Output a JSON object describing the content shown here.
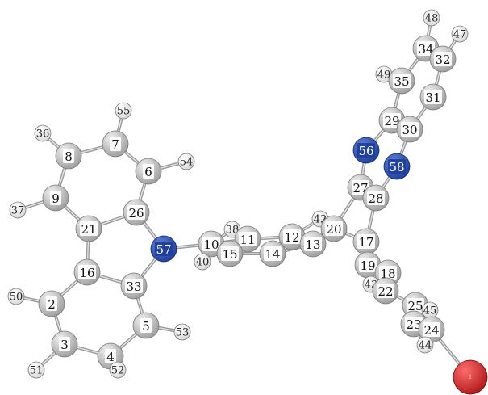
{
  "colors": {
    "carbon": "#9c9c9c",
    "carbon_hi": "#f2f2f2",
    "hydrogen": "#d8d8d8",
    "hydrogen_hi": "#ffffff",
    "nitrogen": "#1f3f9c",
    "nitrogen_hi": "#5c7fd6",
    "bromine": "#b01818",
    "bromine_hi": "#ff6b6b"
  },
  "atoms": [
    {
      "id": "55",
      "label": "55",
      "el": "H"
    },
    {
      "id": "36",
      "label": "36",
      "el": "H"
    },
    {
      "id": "7",
      "label": "7",
      "el": "C"
    },
    {
      "id": "8",
      "label": "8",
      "el": "C"
    },
    {
      "id": "6",
      "label": "6",
      "el": "C"
    },
    {
      "id": "54",
      "label": "54",
      "el": "H"
    },
    {
      "id": "9",
      "label": "9",
      "el": "C"
    },
    {
      "id": "37",
      "label": "37",
      "el": "H"
    },
    {
      "id": "26",
      "label": "26",
      "el": "C"
    },
    {
      "id": "21",
      "label": "21",
      "el": "C"
    },
    {
      "id": "57",
      "label": "57",
      "el": "N"
    },
    {
      "id": "16",
      "label": "16",
      "el": "C"
    },
    {
      "id": "33",
      "label": "33",
      "el": "C"
    },
    {
      "id": "50",
      "label": "50",
      "el": "H"
    },
    {
      "id": "2",
      "label": "2",
      "el": "C"
    },
    {
      "id": "5",
      "label": "5",
      "el": "C"
    },
    {
      "id": "53",
      "label": "53",
      "el": "H"
    },
    {
      "id": "3",
      "label": "3",
      "el": "C"
    },
    {
      "id": "4",
      "label": "4",
      "el": "C"
    },
    {
      "id": "51",
      "label": "51",
      "el": "H"
    },
    {
      "id": "52",
      "label": "52",
      "el": "H"
    },
    {
      "id": "38",
      "label": "38",
      "el": "H"
    },
    {
      "id": "10",
      "label": "10",
      "el": "C"
    },
    {
      "id": "40",
      "label": "40",
      "el": "H"
    },
    {
      "id": "11",
      "label": "11",
      "el": "C"
    },
    {
      "id": "15",
      "label": "15",
      "el": "C"
    },
    {
      "id": "12",
      "label": "12",
      "el": "C"
    },
    {
      "id": "14",
      "label": "14",
      "el": "C"
    },
    {
      "id": "13",
      "label": "13",
      "el": "C"
    },
    {
      "id": "42",
      "label": "42",
      "el": "H"
    },
    {
      "id": "20",
      "label": "20",
      "el": "C"
    },
    {
      "id": "17",
      "label": "17",
      "el": "C"
    },
    {
      "id": "27",
      "label": "27",
      "el": "C"
    },
    {
      "id": "28",
      "label": "28",
      "el": "C"
    },
    {
      "id": "56",
      "label": "56",
      "el": "N"
    },
    {
      "id": "58",
      "label": "58",
      "el": "N"
    },
    {
      "id": "29",
      "label": "29",
      "el": "C"
    },
    {
      "id": "30",
      "label": "30",
      "el": "C"
    },
    {
      "id": "49",
      "label": "49",
      "el": "H"
    },
    {
      "id": "35",
      "label": "35",
      "el": "C"
    },
    {
      "id": "31",
      "label": "31",
      "el": "C"
    },
    {
      "id": "34",
      "label": "34",
      "el": "C"
    },
    {
      "id": "32",
      "label": "32",
      "el": "C"
    },
    {
      "id": "48",
      "label": "48",
      "el": "H"
    },
    {
      "id": "47",
      "label": "47",
      "el": "H"
    },
    {
      "id": "19",
      "label": "19",
      "el": "C"
    },
    {
      "id": "18",
      "label": "18",
      "el": "C"
    },
    {
      "id": "43",
      "label": "43",
      "el": "H"
    },
    {
      "id": "22",
      "label": "22",
      "el": "C"
    },
    {
      "id": "25",
      "label": "25",
      "el": "C"
    },
    {
      "id": "45",
      "label": "45",
      "el": "H"
    },
    {
      "id": "23",
      "label": "23",
      "el": "C"
    },
    {
      "id": "24",
      "label": "24",
      "el": "C"
    },
    {
      "id": "44",
      "label": "44",
      "el": "H"
    },
    {
      "id": "1",
      "label": "1",
      "el": "Br"
    }
  ],
  "bonds": [
    [
      "7",
      "8"
    ],
    [
      "8",
      "9"
    ],
    [
      "9",
      "21"
    ],
    [
      "21",
      "26"
    ],
    [
      "26",
      "6"
    ],
    [
      "6",
      "7"
    ],
    [
      "7",
      "55"
    ],
    [
      "8",
      "36"
    ],
    [
      "9",
      "37"
    ],
    [
      "6",
      "54"
    ],
    [
      "26",
      "57"
    ],
    [
      "21",
      "16"
    ],
    [
      "16",
      "33"
    ],
    [
      "33",
      "57"
    ],
    [
      "16",
      "2"
    ],
    [
      "2",
      "3"
    ],
    [
      "3",
      "4"
    ],
    [
      "4",
      "5"
    ],
    [
      "5",
      "33"
    ],
    [
      "2",
      "50"
    ],
    [
      "3",
      "51"
    ],
    [
      "4",
      "52"
    ],
    [
      "5",
      "53"
    ],
    [
      "57",
      "10"
    ],
    [
      "10",
      "11"
    ],
    [
      "10",
      "15"
    ],
    [
      "10",
      "38"
    ],
    [
      "10",
      "40"
    ],
    [
      "11",
      "12"
    ],
    [
      "15",
      "14"
    ],
    [
      "12",
      "14"
    ],
    [
      "12",
      "13"
    ],
    [
      "14",
      "13"
    ],
    [
      "13",
      "20"
    ],
    [
      "12",
      "42"
    ],
    [
      "20",
      "42"
    ],
    [
      "20",
      "27"
    ],
    [
      "20",
      "17"
    ],
    [
      "27",
      "28"
    ],
    [
      "28",
      "17"
    ],
    [
      "27",
      "56"
    ],
    [
      "28",
      "58"
    ],
    [
      "56",
      "29"
    ],
    [
      "58",
      "30"
    ],
    [
      "29",
      "30"
    ],
    [
      "29",
      "35"
    ],
    [
      "35",
      "34"
    ],
    [
      "34",
      "32"
    ],
    [
      "32",
      "31"
    ],
    [
      "31",
      "30"
    ],
    [
      "35",
      "49"
    ],
    [
      "34",
      "48"
    ],
    [
      "32",
      "47"
    ],
    [
      "17",
      "19"
    ],
    [
      "19",
      "18"
    ],
    [
      "19",
      "43"
    ],
    [
      "18",
      "22"
    ],
    [
      "43",
      "22"
    ],
    [
      "22",
      "25"
    ],
    [
      "25",
      "23"
    ],
    [
      "25",
      "45"
    ],
    [
      "23",
      "24"
    ],
    [
      "23",
      "44"
    ],
    [
      "24",
      "1"
    ]
  ]
}
